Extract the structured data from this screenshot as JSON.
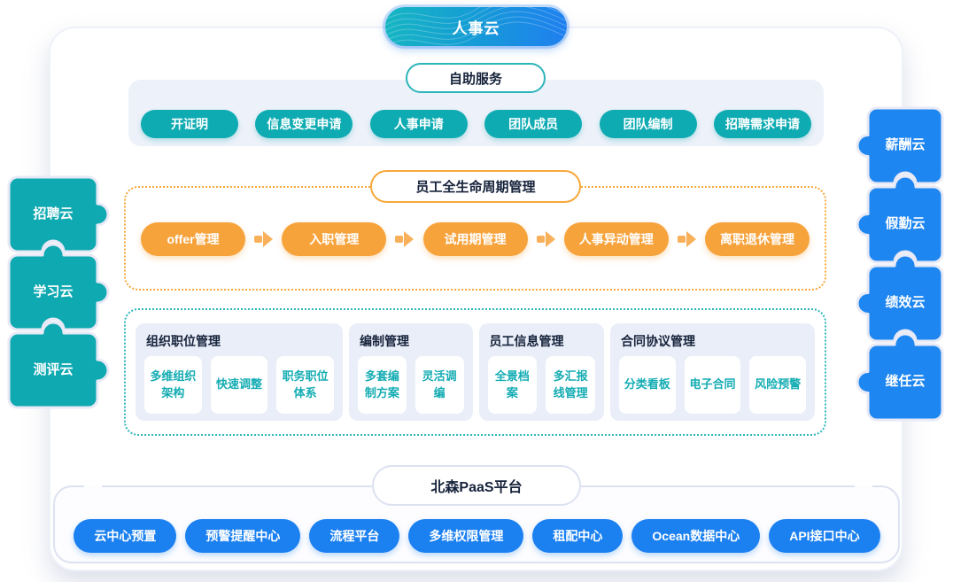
{
  "badge": {
    "label": "人事云"
  },
  "left_clouds": [
    {
      "label": "招聘云"
    },
    {
      "label": "学习云"
    },
    {
      "label": "测评云"
    }
  ],
  "right_clouds": [
    {
      "label": "薪酬云"
    },
    {
      "label": "假勤云"
    },
    {
      "label": "绩效云"
    },
    {
      "label": "继任云"
    }
  ],
  "self_service": {
    "title": "自助服务",
    "items": [
      "开证明",
      "信息变更申请",
      "人事申请",
      "团队成员",
      "团队编制",
      "招聘需求申请"
    ]
  },
  "lifecycle": {
    "title": "员工全生命周期管理",
    "stages": [
      "offer管理",
      "入职管理",
      "试用期管理",
      "人事异动管理",
      "离职退休管理"
    ]
  },
  "modules": [
    {
      "title": "组织职位管理",
      "items": [
        "多维组织架构",
        "快速调整",
        "职务职位体系"
      ]
    },
    {
      "title": "编制管理",
      "items": [
        "多套编制方案",
        "灵活调编"
      ]
    },
    {
      "title": "员工信息管理",
      "items": [
        "全景档案",
        "多汇报线管理"
      ]
    },
    {
      "title": "合同协议管理",
      "items": [
        "分类看板",
        "电子合同",
        "风险预警"
      ]
    }
  ],
  "paas": {
    "title": "北森PaaS平台",
    "items": [
      "云中心预置",
      "预警提醒中心",
      "流程平台",
      "多维权限管理",
      "租配中心",
      "Ocean数据中心",
      "API接口中心"
    ]
  },
  "colors": {
    "teal": "#0fabb2",
    "orange": "#f7a33c",
    "blue": "#1b80f0",
    "section_bg": "#edf1f9",
    "card_bg": "#e9eef8",
    "lavender_border": "#dde2f1"
  }
}
